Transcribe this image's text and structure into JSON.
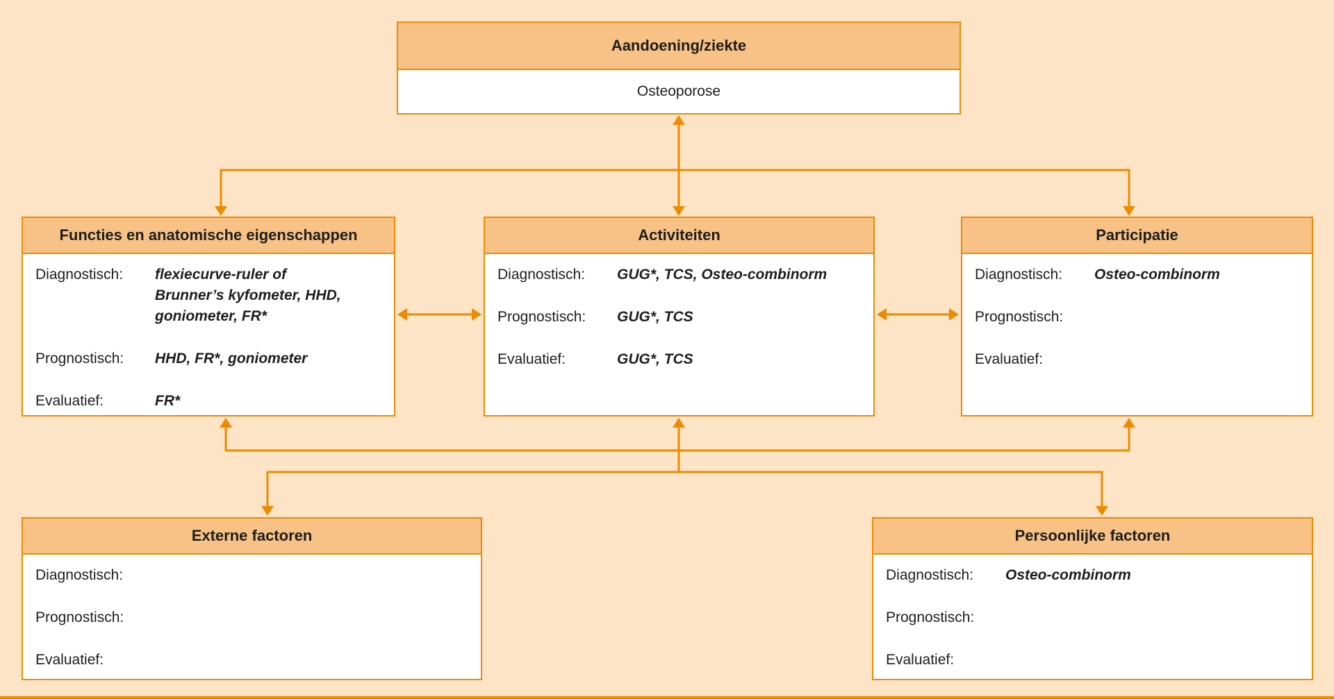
{
  "colors": {
    "background": "#fde4c6",
    "accent": "#ec8a00",
    "header_fill": "#f8c287",
    "box_fill": "#ffffff",
    "text": "#1d1d1b"
  },
  "disease_box": {
    "title": "Aandoening/ziekte",
    "value": "Osteoporose"
  },
  "boxes": {
    "functies": {
      "title": "Functies en anatomische eigenschappen",
      "rows": [
        {
          "label": "Diagnostisch:",
          "value": "flexiecurve-ruler of\nBrunner’s kyfometer, HHD,\ngoniometer, FR*"
        },
        {
          "label": "Prognostisch:",
          "value": "HHD, FR*, goniometer"
        },
        {
          "label": "Evaluatief:",
          "value": "FR*"
        }
      ]
    },
    "activiteiten": {
      "title": "Activiteiten",
      "rows": [
        {
          "label": "Diagnostisch:",
          "value": "GUG*, TCS, Osteo-combinorm"
        },
        {
          "label": "Prognostisch:",
          "value": "GUG*, TCS"
        },
        {
          "label": "Evaluatief:",
          "value": "GUG*, TCS"
        }
      ]
    },
    "participatie": {
      "title": "Participatie",
      "rows": [
        {
          "label": "Diagnostisch:",
          "value": "Osteo-combinorm"
        },
        {
          "label": "Prognostisch:",
          "value": ""
        },
        {
          "label": "Evaluatief:",
          "value": ""
        }
      ]
    },
    "externe": {
      "title": "Externe factoren",
      "rows": [
        {
          "label": "Diagnostisch:",
          "value": ""
        },
        {
          "label": "Prognostisch:",
          "value": ""
        },
        {
          "label": "Evaluatief:",
          "value": ""
        }
      ]
    },
    "persoonlijke": {
      "title": "Persoonlijke factoren",
      "rows": [
        {
          "label": "Diagnostisch:",
          "value": "Osteo-combinorm"
        },
        {
          "label": "Prognostisch:",
          "value": ""
        },
        {
          "label": "Evaluatief:",
          "value": ""
        }
      ]
    }
  }
}
